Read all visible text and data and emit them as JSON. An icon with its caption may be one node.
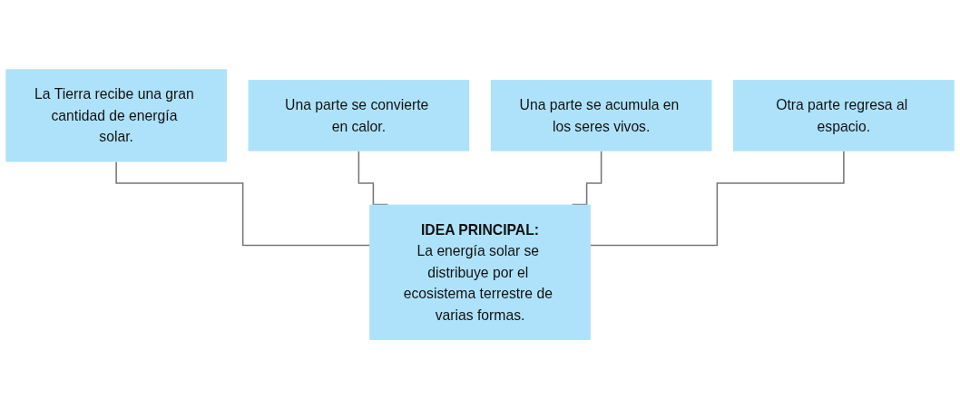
{
  "diagram": {
    "nodes": [
      {
        "text": [
          "La Tierra recibe una gran cantidad de energía solar."
        ]
      },
      {
        "text": [
          "Una parte se convierte en calor."
        ]
      },
      {
        "text": [
          "Una parte se acumula en los seres vivos."
        ]
      },
      {
        "text": [
          "Otra parte regresa al espacio."
        ]
      },
      {
        "text": [
          "IDEA PRINCIPAL:",
          "La energía solar se distribuye por el ecosistema terrestre de varias formas."
        ]
      }
    ],
    "edges": [
      {
        "from": 0,
        "to": 4,
        "arrow": "none"
      },
      {
        "from": 1,
        "to": 4,
        "arrow": "none"
      },
      {
        "from": 2,
        "to": 4,
        "arrow": "none"
      },
      {
        "from": 3,
        "to": 4,
        "arrow": "none"
      }
    ]
  }
}
